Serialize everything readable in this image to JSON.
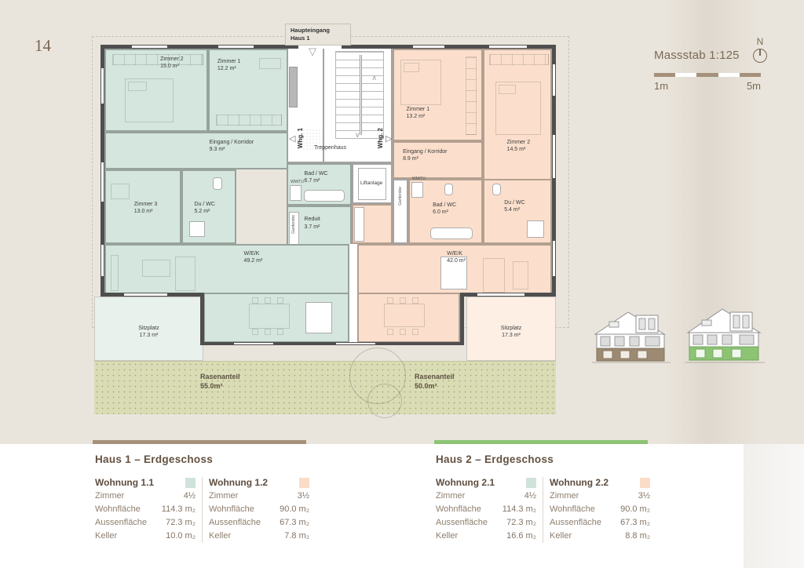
{
  "page": {
    "number": "14"
  },
  "scale": {
    "label": "Massstab 1:125",
    "tick_min": "1m",
    "tick_max": "5m",
    "north": "N"
  },
  "plan": {
    "entrance": {
      "line1": "Haupteingang",
      "line2": "Haus 1"
    },
    "core": {
      "treppenhaus": "Treppenhaus",
      "liftanlage": "Liftanlage",
      "whg1": "Whg. 1",
      "whg2": "Whg. 2"
    },
    "apartment1": {
      "zimmer2": {
        "name": "Zimmer 2",
        "area": "15.0 m²"
      },
      "zimmer1": {
        "name": "Zimmer 1",
        "area": "12.2 m²"
      },
      "korridor": {
        "name": "Eingang / Korridor",
        "area": "9.3 m²"
      },
      "zimmer3": {
        "name": "Zimmer 3",
        "area": "13.0 m²"
      },
      "duwc": {
        "name": "Du / WC",
        "area": "5.2 m²"
      },
      "badwc": {
        "name": "Bad / WC",
        "area": "6.7 m²"
      },
      "reduit": {
        "name": "Reduit",
        "area": "3.7 m²"
      },
      "wek": {
        "name": "W/E/K",
        "area": "49.2 m²"
      },
      "sitzplatz": {
        "name": "Sitzplatz",
        "area": "17.3 m²"
      },
      "rasenanteil": {
        "name": "Rasenanteil",
        "area": "55.0m²"
      },
      "wmtu": "WM/TU",
      "garderobe": "Garderobe"
    },
    "apartment2": {
      "zimmer1": {
        "name": "Zimmer 1",
        "area": "13.2 m²"
      },
      "zimmer2": {
        "name": "Zimmer 2",
        "area": "14.5 m²"
      },
      "korridor": {
        "name": "Eingang / Korridor",
        "area": "8.9 m²"
      },
      "badwc": {
        "name": "Bad / WC",
        "area": "6.0 m²"
      },
      "duwc": {
        "name": "Du / WC",
        "area": "5.4 m²"
      },
      "wek": {
        "name": "W/E/K",
        "area": "42.0 m²"
      },
      "sitzplatz": {
        "name": "Sitzplatz",
        "area": "17.3 m²"
      },
      "rasenanteil": {
        "name": "Rasenanteil",
        "area": "50.0m²"
      },
      "wmtu": "WM/TU",
      "garderobe": "Garderobe"
    }
  },
  "colors": {
    "apartment_large": "#cfe3da",
    "apartment_small": "#fadcc8",
    "haus1_accent": "#a5917b",
    "haus2_accent": "#8cc474"
  },
  "legend": {
    "houses": [
      {
        "title": "Haus 1 – Erdgeschoss",
        "units": [
          {
            "name": "Wohnung 1.1",
            "rows": [
              {
                "label": "Zimmer",
                "value": "4½"
              },
              {
                "label": "Wohnfläche",
                "value": "114.3 m₂"
              },
              {
                "label": "Aussenfläche",
                "value": "72.3 m₂"
              },
              {
                "label": "Keller",
                "value": "10.0 m₂"
              }
            ]
          },
          {
            "name": "Wohnung 1.2",
            "rows": [
              {
                "label": "Zimmer",
                "value": "3½"
              },
              {
                "label": "Wohnfläche",
                "value": "90.0 m₂"
              },
              {
                "label": "Aussenfläche",
                "value": "67.3 m₂"
              },
              {
                "label": "Keller",
                "value": "7.8 m₂"
              }
            ]
          }
        ]
      },
      {
        "title": "Haus 2 – Erdgeschoss",
        "units": [
          {
            "name": "Wohnung 2.1",
            "rows": [
              {
                "label": "Zimmer",
                "value": "4½"
              },
              {
                "label": "Wohnfläche",
                "value": "114.3 m₂"
              },
              {
                "label": "Aussenfläche",
                "value": "72.3 m₂"
              },
              {
                "label": "Keller",
                "value": "16.6 m₂"
              }
            ]
          },
          {
            "name": "Wohnung 2.2",
            "rows": [
              {
                "label": "Zimmer",
                "value": "3½"
              },
              {
                "label": "Wohnfläche",
                "value": "90.0 m₂"
              },
              {
                "label": "Aussenfläche",
                "value": "67.3 m₂"
              },
              {
                "label": "Keller",
                "value": "8.8 m₂"
              }
            ]
          }
        ]
      }
    ]
  }
}
